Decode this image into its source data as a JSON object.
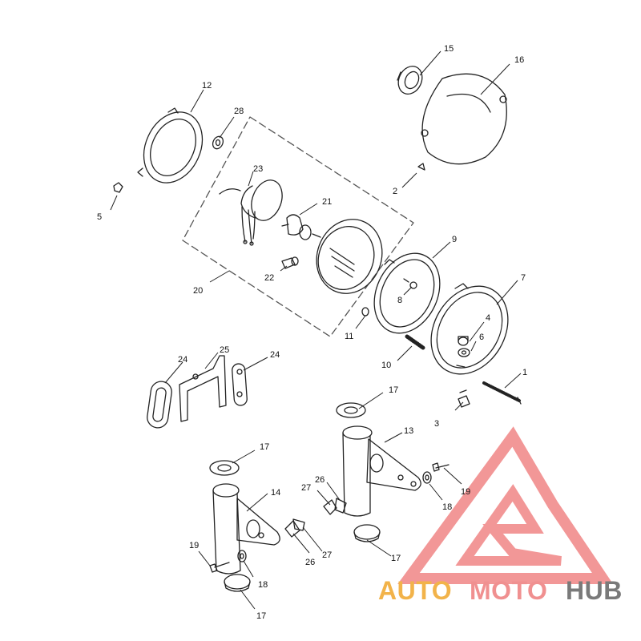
{
  "diagram": {
    "callouts": [
      "1",
      "2",
      "3",
      "4",
      "5",
      "6",
      "7",
      "8",
      "9",
      "10",
      "11",
      "12",
      "13",
      "14",
      "15",
      "16",
      "17",
      "18",
      "19",
      "20",
      "21",
      "22",
      "23",
      "24",
      "25",
      "26",
      "27",
      "28"
    ],
    "repeated": {
      "label_17": "17",
      "label_18": "18",
      "label_19": "19",
      "label_24": "24",
      "label_26": "26",
      "label_27": "27"
    }
  },
  "watermark": {
    "brand_parts": [
      "AUTO",
      "MOTO",
      "HUB"
    ],
    "colors": {
      "auto": "#f2b34a",
      "moto": "#f09090",
      "hub": "#7a7a7a",
      "logo": "#f08585"
    }
  }
}
